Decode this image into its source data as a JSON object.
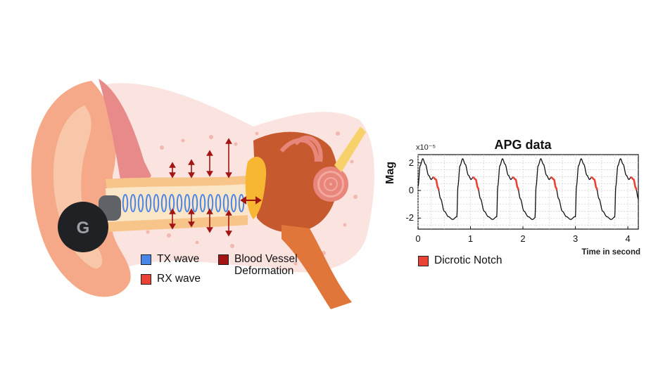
{
  "legend": {
    "tx": {
      "label": "TX wave",
      "color": "#4a86e8"
    },
    "rx": {
      "label": "RX wave",
      "color": "#ea4335"
    },
    "vessel": {
      "label_line1": "Blood Vessel",
      "label_line2": "Deformation",
      "color": "#a31515"
    },
    "notch": {
      "label": "Dicrotic Notch",
      "color": "#ea4335"
    }
  },
  "earbud": {
    "logo_letter": "G"
  },
  "chart_data": {
    "type": "line",
    "title": "APG data",
    "xlabel": "Time in second",
    "ylabel": "Mag",
    "y_scale_label": "x10⁻⁵",
    "xlim": [
      0,
      4.2
    ],
    "ylim": [
      -2.8,
      2.6
    ],
    "xticks": [
      0,
      1,
      2,
      3,
      4
    ],
    "yticks": [
      2,
      0,
      -2
    ],
    "grid": true,
    "line_color": "#111111",
    "notch_color": "#ea4335",
    "beat_starts": [
      -0.02,
      0.74,
      1.5,
      2.23,
      3.0,
      3.75
    ],
    "beat_period": 0.76,
    "beat_profile": {
      "t": [
        0,
        0.02,
        0.06,
        0.11,
        0.16,
        0.22,
        0.27,
        0.31,
        0.36,
        0.4,
        0.45,
        0.52,
        0.6,
        0.68,
        0.76
      ],
      "y": [
        -1.9,
        0.3,
        1.8,
        2.3,
        1.9,
        1.1,
        0.8,
        0.95,
        0.8,
        0.2,
        -0.6,
        -1.5,
        -1.9,
        -2.1,
        -1.9
      ]
    },
    "notch_range": [
      0.3,
      0.42
    ]
  }
}
